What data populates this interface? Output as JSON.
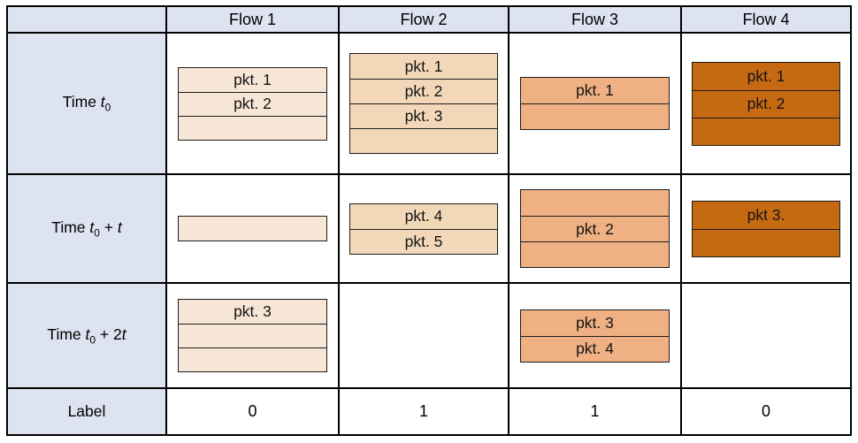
{
  "figure": {
    "corner_label": "",
    "flow_headers": [
      "Flow 1",
      "Flow 2",
      "Flow 3",
      "Flow 4"
    ],
    "flow_colors": [
      "#f7e6d6",
      "#f2d8b8",
      "#efb183",
      "#c66a12"
    ],
    "header_bg": "#dde3f0",
    "border_color": "#000000",
    "time_rows": [
      {
        "label": {
          "prefix": "Time ",
          "var": "t",
          "sub": "0",
          "mid": "",
          "var2": ""
        },
        "cells": [
          {
            "slots": [
              "pkt. 1",
              "pkt. 2",
              ""
            ]
          },
          {
            "slots": [
              "pkt. 1",
              "pkt. 2",
              "pkt. 3",
              ""
            ]
          },
          {
            "slots": [
              "pkt. 1",
              ""
            ]
          },
          {
            "slots": [
              "pkt. 1",
              "pkt. 2",
              ""
            ]
          }
        ]
      },
      {
        "label": {
          "prefix": "Time ",
          "var": "t",
          "sub": "0",
          "mid": " + ",
          "var2": "t"
        },
        "cells": [
          {
            "slots": [
              ""
            ]
          },
          {
            "slots": [
              "pkt. 4",
              "pkt. 5"
            ]
          },
          {
            "slots": [
              "",
              "pkt. 2",
              ""
            ]
          },
          {
            "slots": [
              "pkt 3.",
              ""
            ]
          }
        ]
      },
      {
        "label": {
          "prefix": "Time ",
          "var": "t",
          "sub": "0",
          "mid": " + 2",
          "var2": "t"
        },
        "cells": [
          {
            "slots": [
              "pkt. 3",
              "",
              ""
            ]
          },
          null,
          {
            "slots": [
              "pkt. 3",
              "pkt. 4"
            ]
          },
          null
        ]
      }
    ],
    "label_row": {
      "title": "Label",
      "values": [
        "0",
        "1",
        "1",
        "0"
      ]
    }
  }
}
